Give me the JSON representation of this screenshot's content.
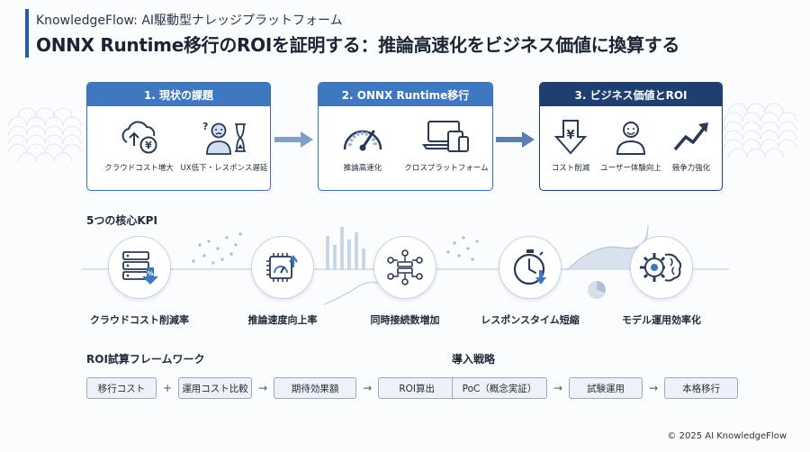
{
  "header": {
    "kicker": "KnowledgeFlow: AI駆動型ナレッジプラットフォーム",
    "title": "ONNX Runtime移行のROIを証明する：推論高速化をビジネス価値に換算する"
  },
  "stages": [
    {
      "title": "1. 現状の課題",
      "color": "#3e78c0",
      "items": [
        {
          "label": "クラウドコスト増大",
          "icon": "cloud-yen-icon"
        },
        {
          "label": "UX低下・レスポンス遅延",
          "icon": "confused-person-hourglass-icon"
        }
      ]
    },
    {
      "title": "2. ONNX Runtime移行",
      "color": "#3e78c0",
      "items": [
        {
          "label": "推論高速化",
          "icon": "speedometer-icon"
        },
        {
          "label": "クロスプラットフォーム",
          "icon": "devices-icon"
        }
      ]
    },
    {
      "title": "3. ビジネス価値とROI",
      "color": "#1e3f6f",
      "items": [
        {
          "label": "コスト削減",
          "icon": "yen-down-arrow-icon"
        },
        {
          "label": "ユーザー体験向上",
          "icon": "happy-person-icon"
        },
        {
          "label": "競争力強化",
          "icon": "trend-up-icon"
        }
      ]
    }
  ],
  "kpi": {
    "title": "5つの核心KPI",
    "items": [
      {
        "label": "クラウドコスト削減率",
        "icon": "server-percent-icon"
      },
      {
        "label": "推論速度向上率",
        "icon": "chip-gauge-icon"
      },
      {
        "label": "同時接続数増加",
        "icon": "network-servers-icon"
      },
      {
        "label": "レスポンスタイム短縮",
        "icon": "stopwatch-icon"
      },
      {
        "label": "モデル運用効率化",
        "icon": "gear-brain-icon"
      }
    ]
  },
  "roi": {
    "title": "ROI試算フレームワーク",
    "steps": [
      "移行コスト",
      "運用コスト比較",
      "期待効果額",
      "ROI算出"
    ],
    "connectors": [
      "+",
      "→",
      "→"
    ]
  },
  "adoption": {
    "title": "導入戦略",
    "steps": [
      "PoC（概念実証）",
      "試験運用",
      "本格移行"
    ],
    "connectors": [
      "→",
      "→"
    ]
  },
  "footer": "© 2025 AI KnowledgeFlow",
  "colors": {
    "accent": "#1f5fa8",
    "card_head_light": "#3e78c0",
    "card_head_dark": "#1e3f6f",
    "icon": "#2a3a52"
  }
}
